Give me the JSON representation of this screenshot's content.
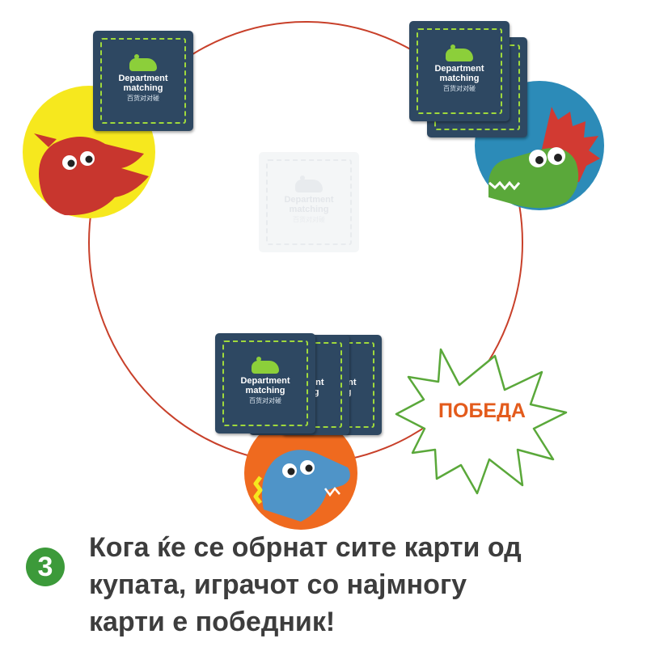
{
  "card": {
    "brand_line1": "Department",
    "brand_line2": "matching",
    "brand_cn": "百货对对碰"
  },
  "players": [
    {
      "name": "red-monster",
      "bg": "#f6e81e",
      "body": "#c8362e"
    },
    {
      "name": "green-crocodile",
      "bg": "#2c8bb8",
      "body": "#5aa83a"
    },
    {
      "name": "blue-dinosaur",
      "bg": "#ef6a1f",
      "body": "#4f94c8"
    }
  ],
  "winner_label": "ПОБЕДА",
  "step_number": "3",
  "instruction_lines": [
    "Кога ќе се обрнат сите карти од",
    "купата, играчот со најмногу",
    "карти е победник!"
  ],
  "colors": {
    "ring": "#c8402a",
    "card": "#2e4862",
    "card_border": "#9fd93c",
    "burst_stroke": "#5aa83a",
    "winner_text": "#e35b1c",
    "badge": "#3c9a3a"
  }
}
